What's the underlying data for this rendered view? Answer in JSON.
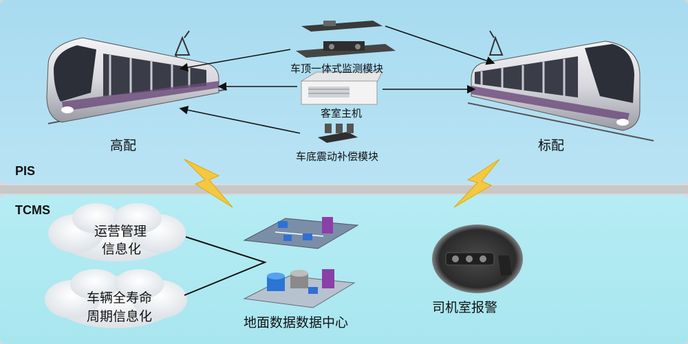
{
  "pis": {
    "title": "PIS",
    "left_train_label": "高配",
    "right_train_label": "标配",
    "roof_module_label": "车顶一体式监测模块",
    "host_label": "客室主机",
    "bottom_module_label": "车底震动补偿模块"
  },
  "tcms": {
    "title": "TCMS",
    "cloud1_line1": "运营管理",
    "cloud1_line2": "信息化",
    "cloud2_line1": "车辆全寿命",
    "cloud2_line2": "周期信息化",
    "data_center_label": "地面数据数据中心",
    "cab_alarm_label": "司机室报警"
  },
  "colors": {
    "pis_bg": "#a8dbf0",
    "tcms_bg": "#aee8f0",
    "lightning": "#f5c842"
  }
}
